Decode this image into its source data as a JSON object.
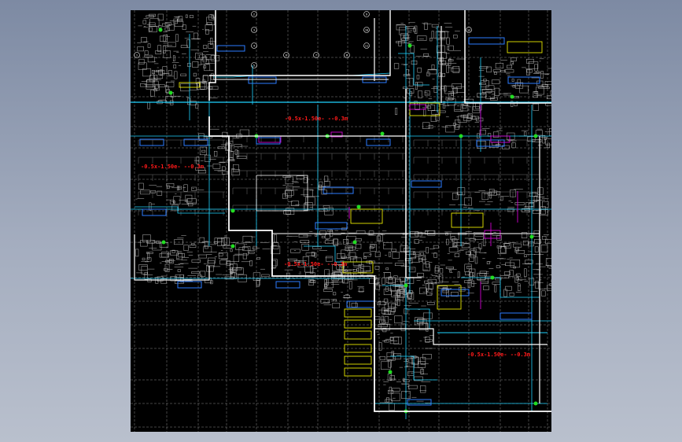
{
  "drawing": {
    "colors": {
      "background": "#000000",
      "walls": "#ffffff",
      "grid": "#8a8a8a",
      "duct_cyan": "#1fd3ff",
      "duct_blue": "#2c7dff",
      "equipment_yellow": "#e6e600",
      "equipment_magenta": "#d000d0",
      "text_red": "#ff1a1a",
      "node_green": "#22dd22",
      "room_detail": "#b8b8b8"
    },
    "axis_markers": [
      "1",
      "2",
      "3",
      "4",
      "5",
      "6",
      "7",
      "8",
      "9",
      "10",
      "11",
      "12"
    ],
    "zone_labels": [
      {
        "text": "-0.5x-1.50e- --0.3m",
        "color": "#ff1a1a"
      },
      {
        "text": "-0.5x-1.50e- --0.3m",
        "color": "#ff1a1a"
      },
      {
        "text": "-0.5x-1.50e- --0.3m",
        "color": "#ff1a1a"
      },
      {
        "text": "-0.5x-1.50e- --0.3m",
        "color": "#ff1a1a"
      }
    ]
  }
}
